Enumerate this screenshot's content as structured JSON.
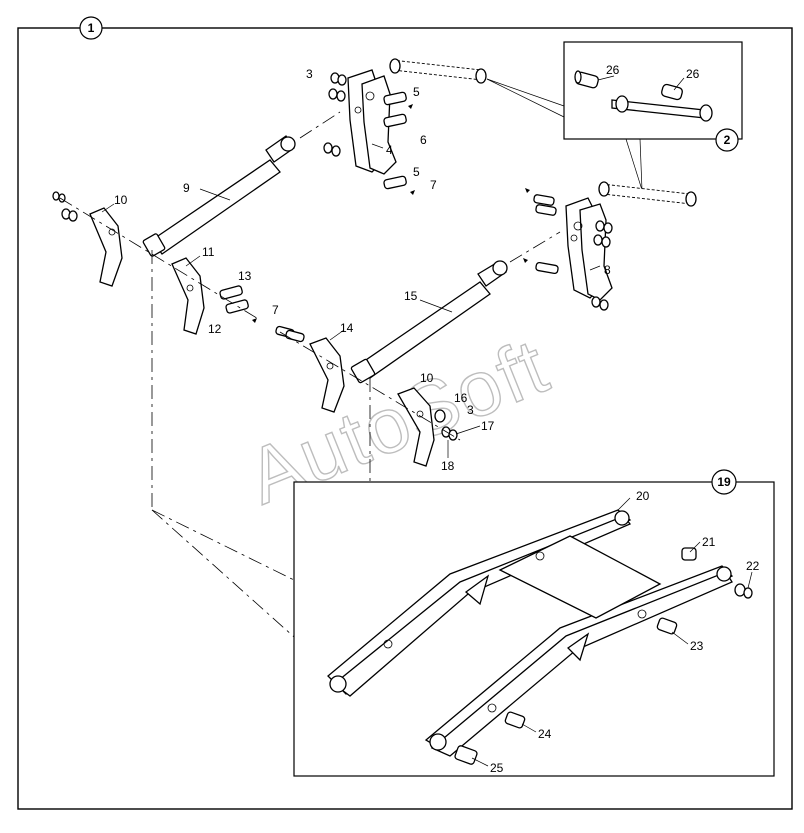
{
  "watermark": "AutoSoft",
  "callouts": {
    "c1": "1",
    "c2": "2",
    "c19": "19",
    "n3a": "3",
    "n3b": "3",
    "n4": "4",
    "n5a": "5",
    "n5b": "5",
    "n6": "6",
    "n7a": "7",
    "n7b": "7",
    "n8": "8",
    "n9": "9",
    "n10a": "10",
    "n10b": "10",
    "n11": "11",
    "n12": "12",
    "n13": "13",
    "n14": "14",
    "n15": "15",
    "n16": "16",
    "n17": "17",
    "n18": "18",
    "n20": "20",
    "n21": "21",
    "n22": "22",
    "n23": "23",
    "n24": "24",
    "n25": "25",
    "n26a": "26",
    "n26b": "26"
  }
}
